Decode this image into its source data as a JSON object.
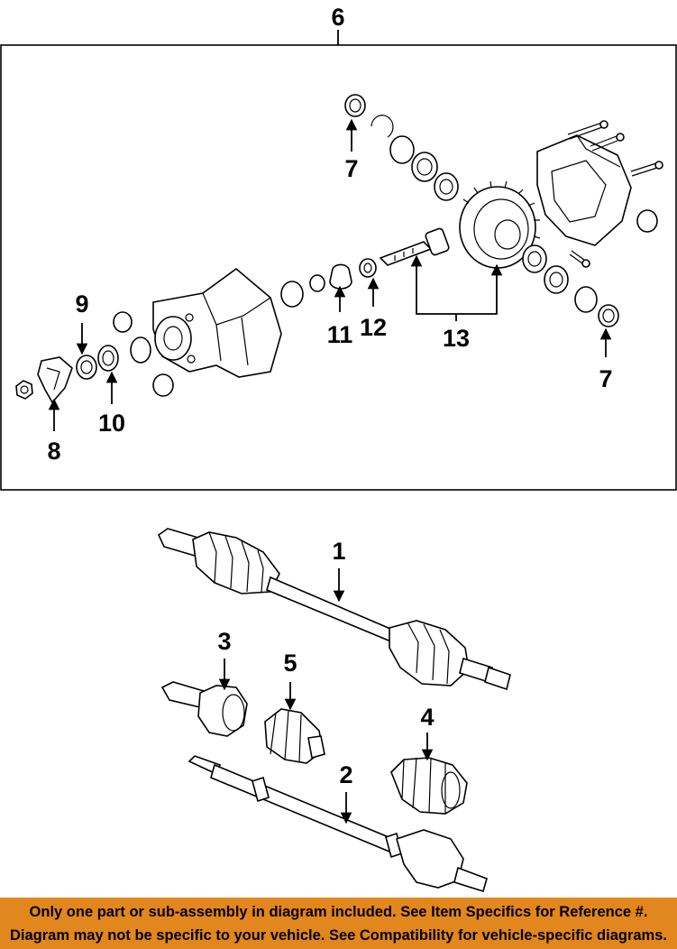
{
  "callouts": {
    "c1": "1",
    "c2": "2",
    "c3": "3",
    "c4": "4",
    "c5": "5",
    "c6": "6",
    "c7a": "7",
    "c7b": "7",
    "c8": "8",
    "c9": "9",
    "c10": "10",
    "c11": "11",
    "c12": "12",
    "c13": "13"
  },
  "banner": {
    "line1": "Only one part or sub-assembly in diagram included. See Item Specifics for Reference #.",
    "line2": "Diagram may not be specific to your vehicle. See Compatibility for vehicle-specific diagrams.",
    "color": "#e2861e"
  }
}
